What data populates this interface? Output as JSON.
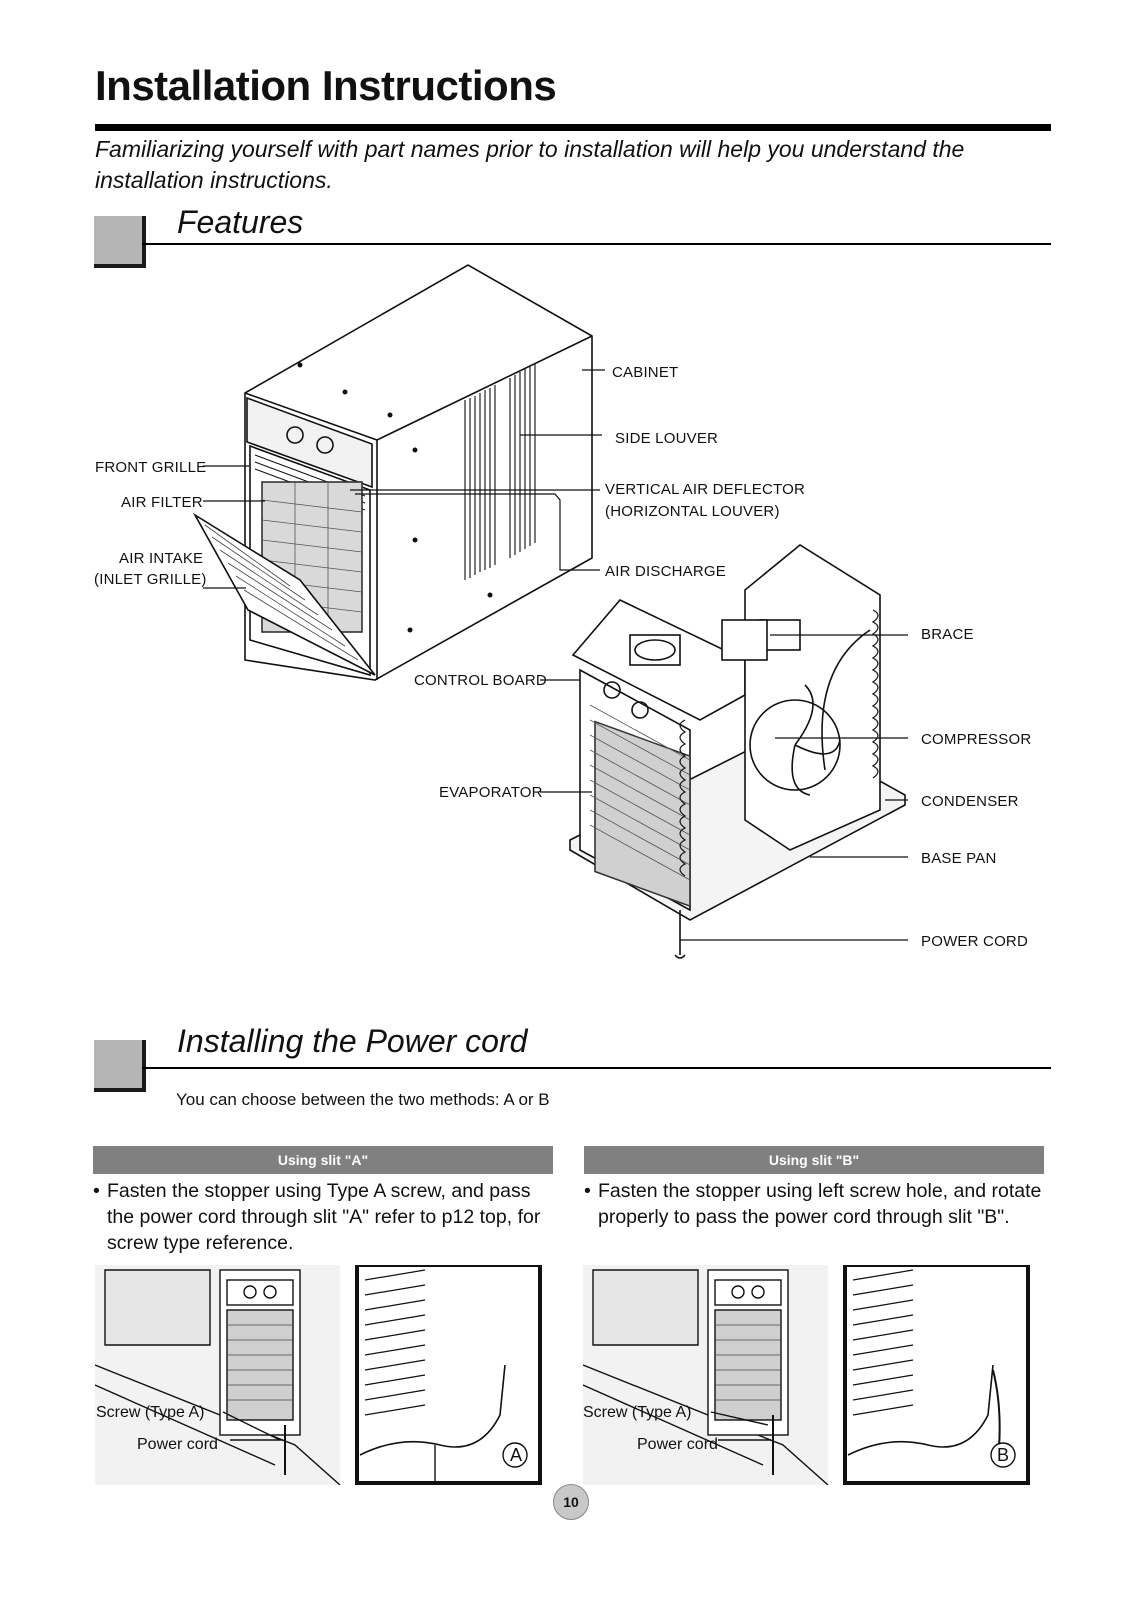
{
  "page": {
    "title": "Installation Instructions",
    "intro": "Familiarizing yourself with part names prior to installation will help you understand the installation instructions.",
    "page_number": "10"
  },
  "features": {
    "heading": "Features",
    "labels": {
      "cabinet": "CABINET",
      "side_louver": "SIDE LOUVER",
      "front_grille": "FRONT GRILLE",
      "air_filter": "AIR FILTER",
      "vertical_deflector_1": "VERTICAL AIR DEFLECTOR",
      "vertical_deflector_2": "(HORIZONTAL LOUVER)",
      "air_intake_1": "AIR INTAKE",
      "air_intake_2": "(INLET GRILLE)",
      "air_discharge": "AIR DISCHARGE",
      "brace": "BRACE",
      "control_board": "CONTROL BOARD",
      "compressor": "COMPRESSOR",
      "evaporator": "EVAPORATOR",
      "condenser": "CONDENSER",
      "base_pan": "BASE PAN",
      "power_cord": "POWER CORD"
    }
  },
  "power_cord": {
    "heading": "Installing the Power cord",
    "choose_text": "You can choose between the two methods: A or B",
    "method_a": {
      "title": "Using slit \"A\"",
      "bullet": "•",
      "text": "Fasten the stopper using Type A screw, and pass the power cord through slit \"A\" refer to p12 top, for screw type reference.",
      "screw_label": "Screw (Type A)",
      "cord_label": "Power cord",
      "badge": "A"
    },
    "method_b": {
      "title": "Using slit \"B\"",
      "bullet": "•",
      "text": "Fasten the stopper using left screw hole, and rotate properly to pass the power cord through slit \"B\".",
      "screw_label": "Screw (Type A)",
      "cord_label": "Power cord",
      "badge": "B"
    }
  }
}
